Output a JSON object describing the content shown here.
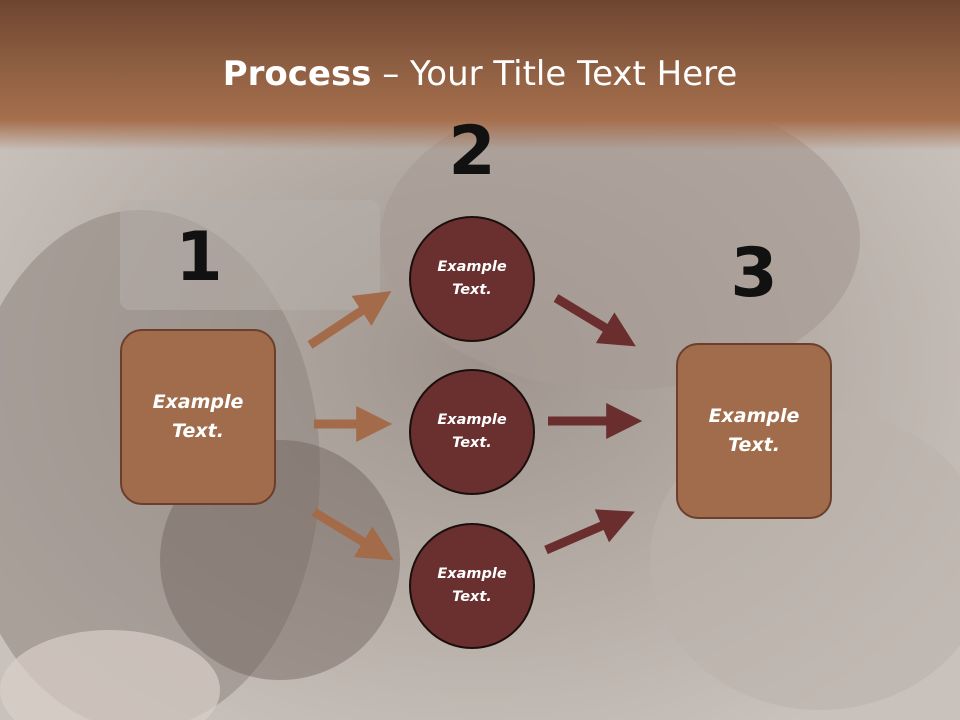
{
  "slide": {
    "title_bold": "Process",
    "title_rest": " – Your Title Text Here"
  },
  "steps": {
    "step1": {
      "number": "1",
      "text_line1": "Example",
      "text_line2": "Text."
    },
    "step2": {
      "number": "2"
    },
    "step3": {
      "number": "3",
      "text_line1": "Example",
      "text_line2": "Text."
    }
  },
  "circles": [
    {
      "text_line1": "Example",
      "text_line2": "Text."
    },
    {
      "text_line1": "Example",
      "text_line2": "Text."
    },
    {
      "text_line1": "Example",
      "text_line2": "Text."
    }
  ],
  "colors": {
    "header_brown": "#a66f4d",
    "box_fill": "#a06c4c",
    "circle_fill": "#6a2f2f",
    "arrow_light": "#a36b4a",
    "arrow_dark": "#6b2e2e"
  }
}
